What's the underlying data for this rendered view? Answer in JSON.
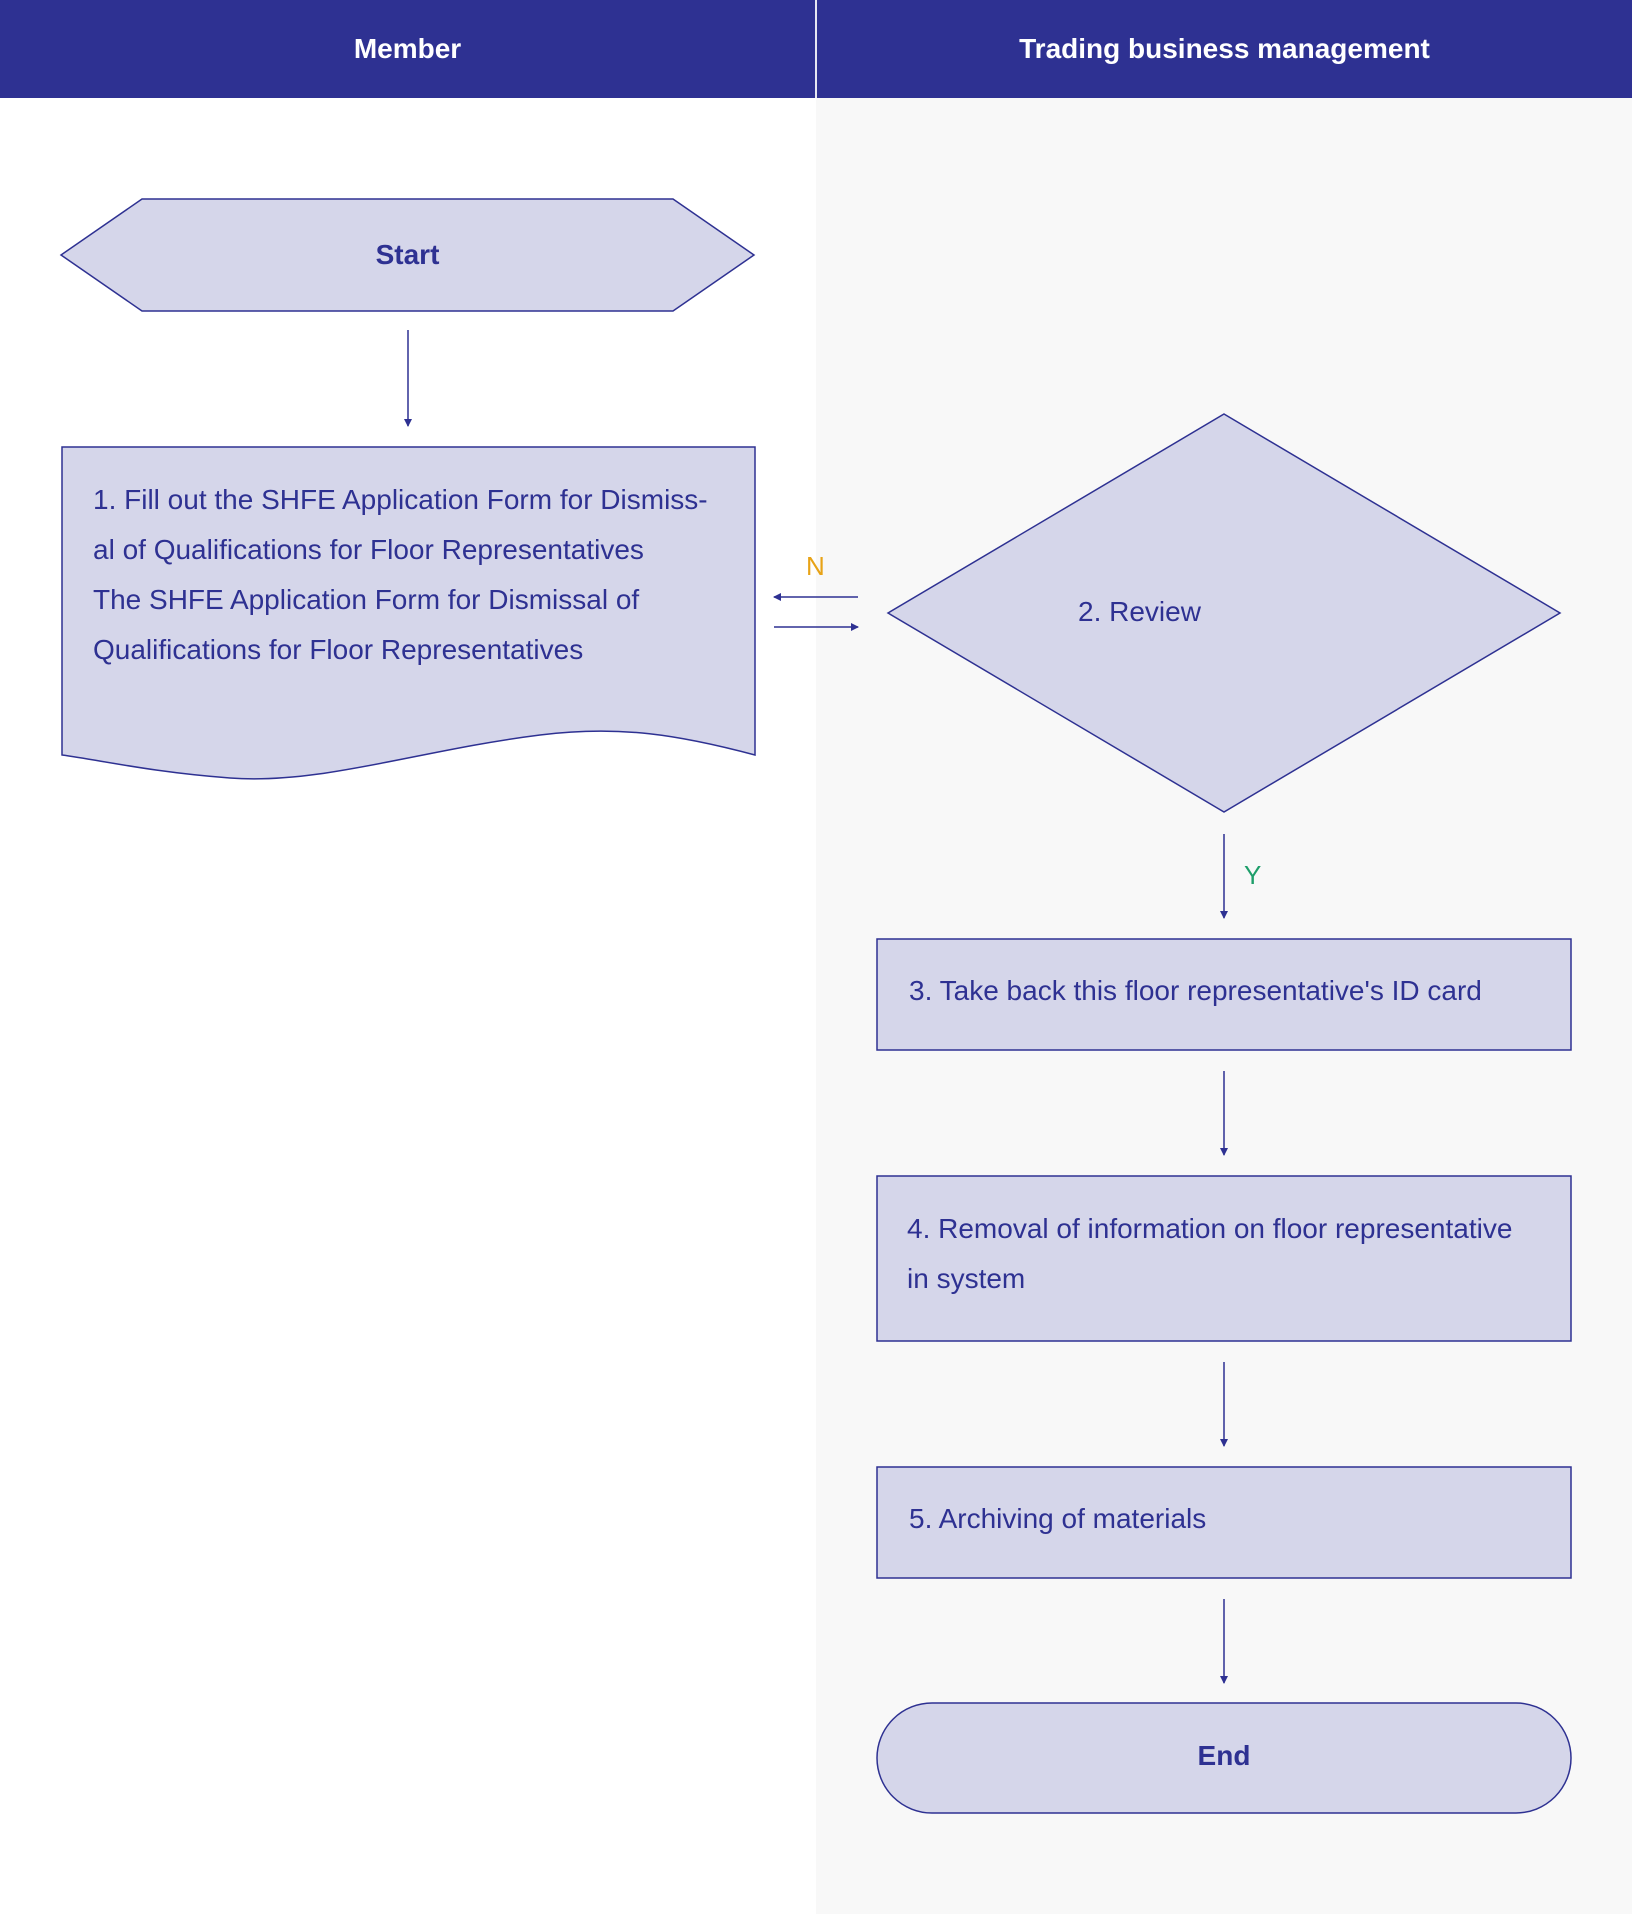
{
  "lanes": {
    "member": "Member",
    "trading": "Trading business management"
  },
  "nodes": {
    "start": "Start",
    "step1_lines": [
      "1. Fill out the SHFE Application Form for Dismiss-",
      "al of Qualifications for Floor Representatives",
      "The SHFE Application Form for Dismissal of",
      "Qualifications for Floor Representatives"
    ],
    "step2": "2. Review",
    "step3": "3. Take back this floor representative's ID card",
    "step4_lines": [
      "4. Removal of information on floor representative",
      "in system"
    ],
    "step5": "5. Archiving of materials",
    "end": "End"
  },
  "edge_labels": {
    "no": "N",
    "yes": "Y"
  },
  "colors": {
    "header": "#2e3192",
    "node_fill": "#d5d6ea",
    "stroke": "#2e3192",
    "no_label": "#e8a317",
    "yes_label": "#1e9e6a"
  }
}
